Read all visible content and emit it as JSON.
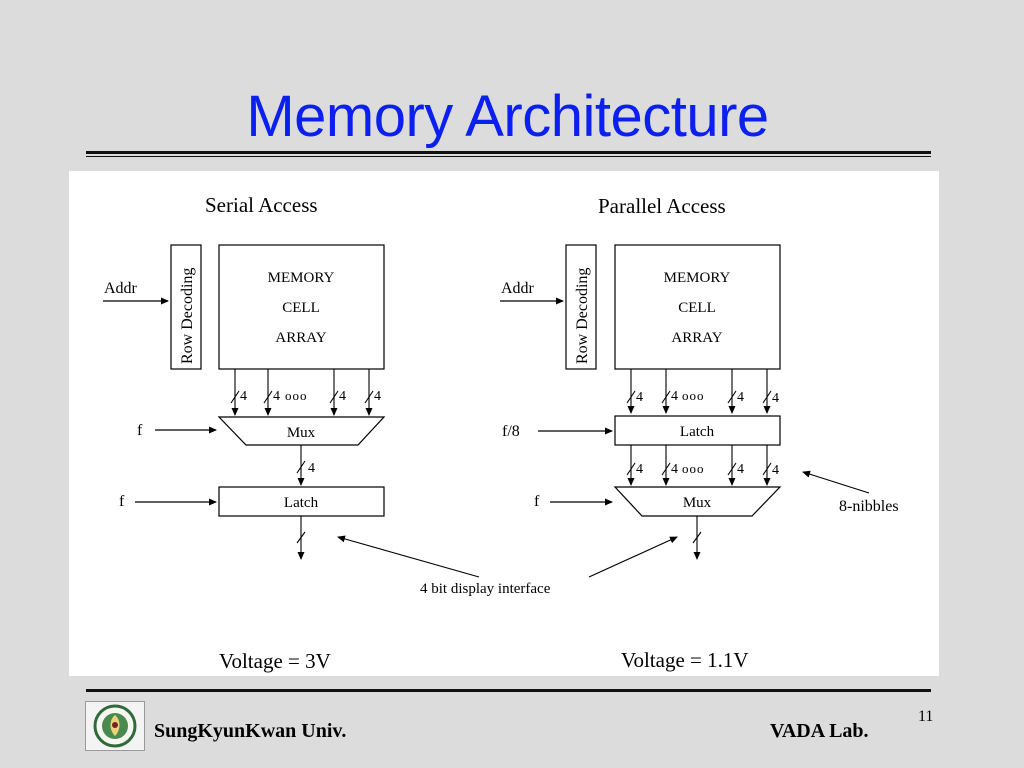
{
  "slide": {
    "title": "Memory Architecture",
    "footer_left": "SungKyunKwan Univ.",
    "footer_right": "VADA Lab.",
    "page_number": "11"
  },
  "diagram": {
    "serial": {
      "heading": "Serial  Access",
      "addr": "Addr",
      "row_decoding": "Row  Decoding",
      "memory_lines": [
        "MEMORY",
        "CELL",
        "ARRAY"
      ],
      "bus_labels": [
        "4",
        "4",
        "4",
        "4"
      ],
      "dots": "ooo",
      "f_mux": "f",
      "mux": "Mux",
      "bus_mid": "4",
      "f_latch": "f",
      "latch": "Latch",
      "voltage": "Voltage  =  3V"
    },
    "parallel": {
      "heading": "Parallel  Access",
      "addr": "Addr",
      "row_decoding": "Row  Decoding",
      "memory_lines": [
        "MEMORY",
        "CELL",
        "ARRAY"
      ],
      "bus_labels_top": [
        "4",
        "4",
        "4",
        "4"
      ],
      "dots_top": "ooo",
      "f_latch": "f/8",
      "latch": "Latch",
      "bus_labels_mid": [
        "4",
        "4",
        "4",
        "4"
      ],
      "dots_mid": "ooo",
      "nibbles": "8-nibbles",
      "f_mux": "f",
      "mux": "Mux",
      "voltage": "Voltage  =  1.1V"
    },
    "shared_label": "4  bit display  interface"
  }
}
